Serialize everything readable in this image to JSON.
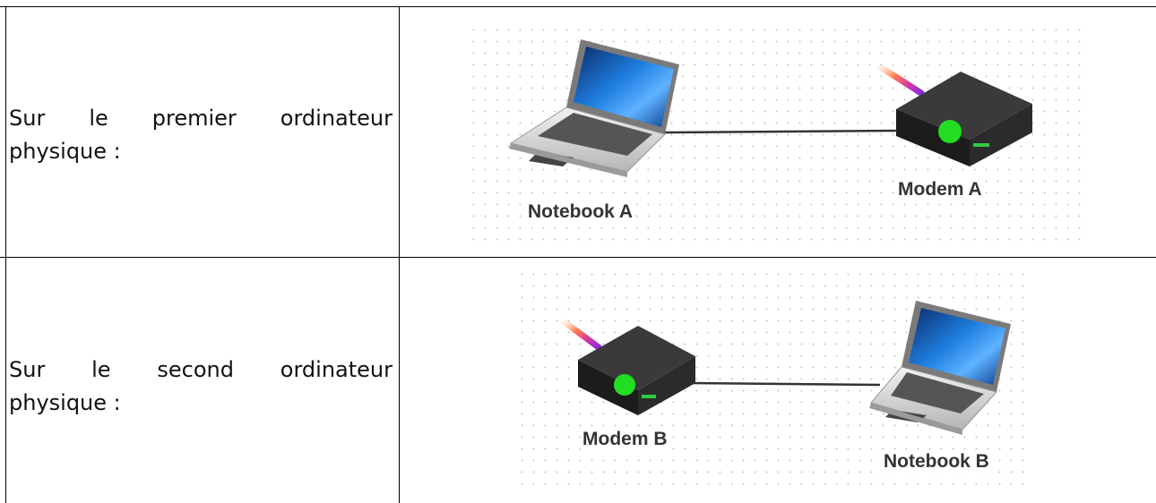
{
  "rows": [
    {
      "label_line1": "Sur le premier ordinateur",
      "label_line2": "physique :",
      "notebook_label": "Notebook A",
      "modem_label": "Modem A"
    },
    {
      "label_line1": "Sur le second ordinateur",
      "label_line2": "physique :",
      "modem_label": "Modem B",
      "notebook_label": "Notebook B"
    }
  ],
  "colors": {
    "grid_dot": "#c7c7c7",
    "modem_led": "#22dd22",
    "screen": "#1a6fd6",
    "cable": "#333333"
  },
  "icons": [
    "laptop-icon",
    "modem-icon",
    "wifi-antenna-icon"
  ]
}
